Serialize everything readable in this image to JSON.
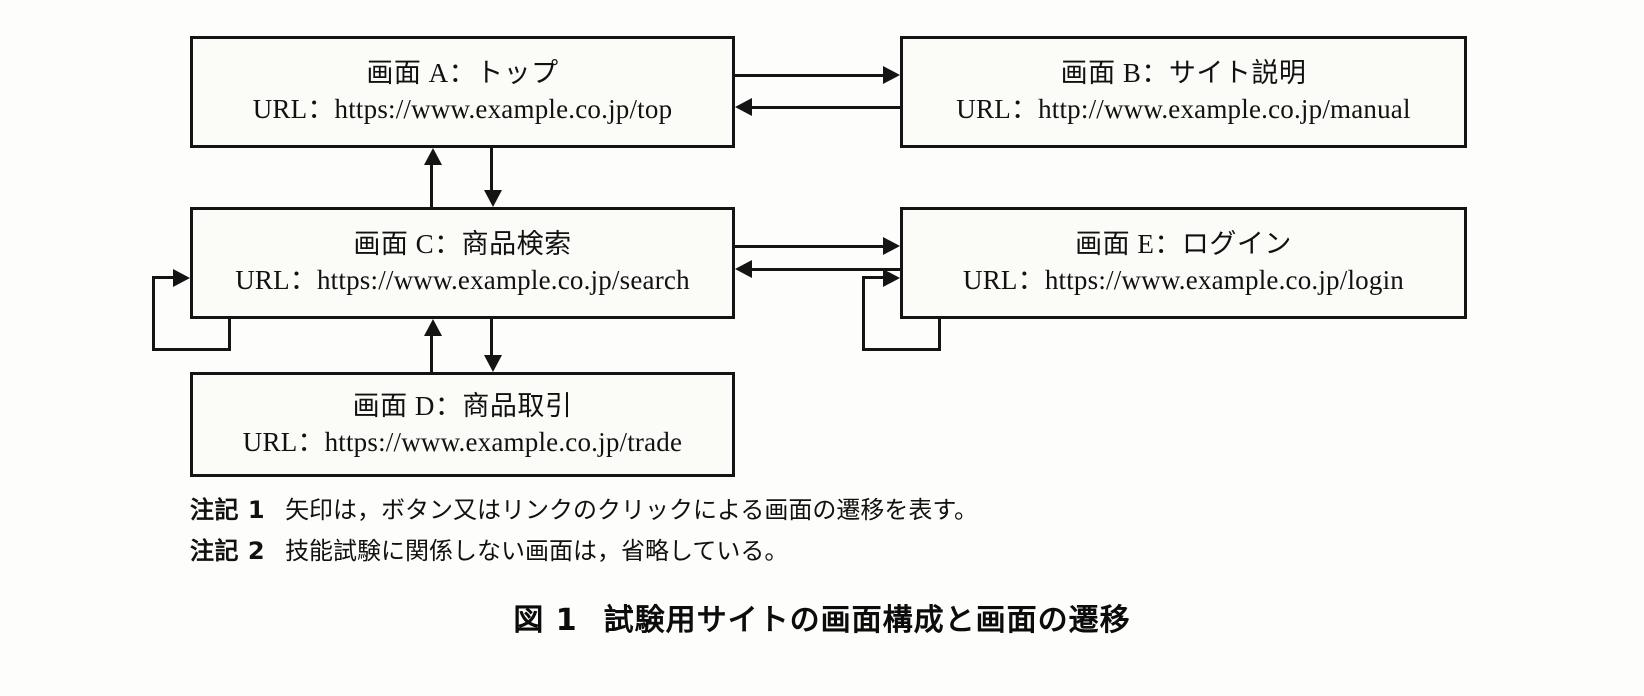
{
  "figure": {
    "caption_number": "図 1",
    "caption_text": "試験用サイトの画面構成と画面の遷移"
  },
  "screens": {
    "a": {
      "title": "画面 A：トップ",
      "url": "URL：https://www.example.co.jp/top"
    },
    "b": {
      "title": "画面 B：サイト説明",
      "url": "URL：http://www.example.co.jp/manual"
    },
    "c": {
      "title": "画面 C：商品検索",
      "url": "URL：https://www.example.co.jp/search"
    },
    "d": {
      "title": "画面 D：商品取引",
      "url": "URL：https://www.example.co.jp/trade"
    },
    "e": {
      "title": "画面 E：ログイン",
      "url": "URL：https://www.example.co.jp/login"
    }
  },
  "notes": [
    {
      "label": "注記 1",
      "text": "矢印は，ボタン又はリンクのクリックによる画面の遷移を表す。"
    },
    {
      "label": "注記 2",
      "text": "技能試験に関係しない画面は，省略している。"
    }
  ],
  "colors": {
    "ink": "#141414",
    "paper": "#fdfdfb"
  }
}
